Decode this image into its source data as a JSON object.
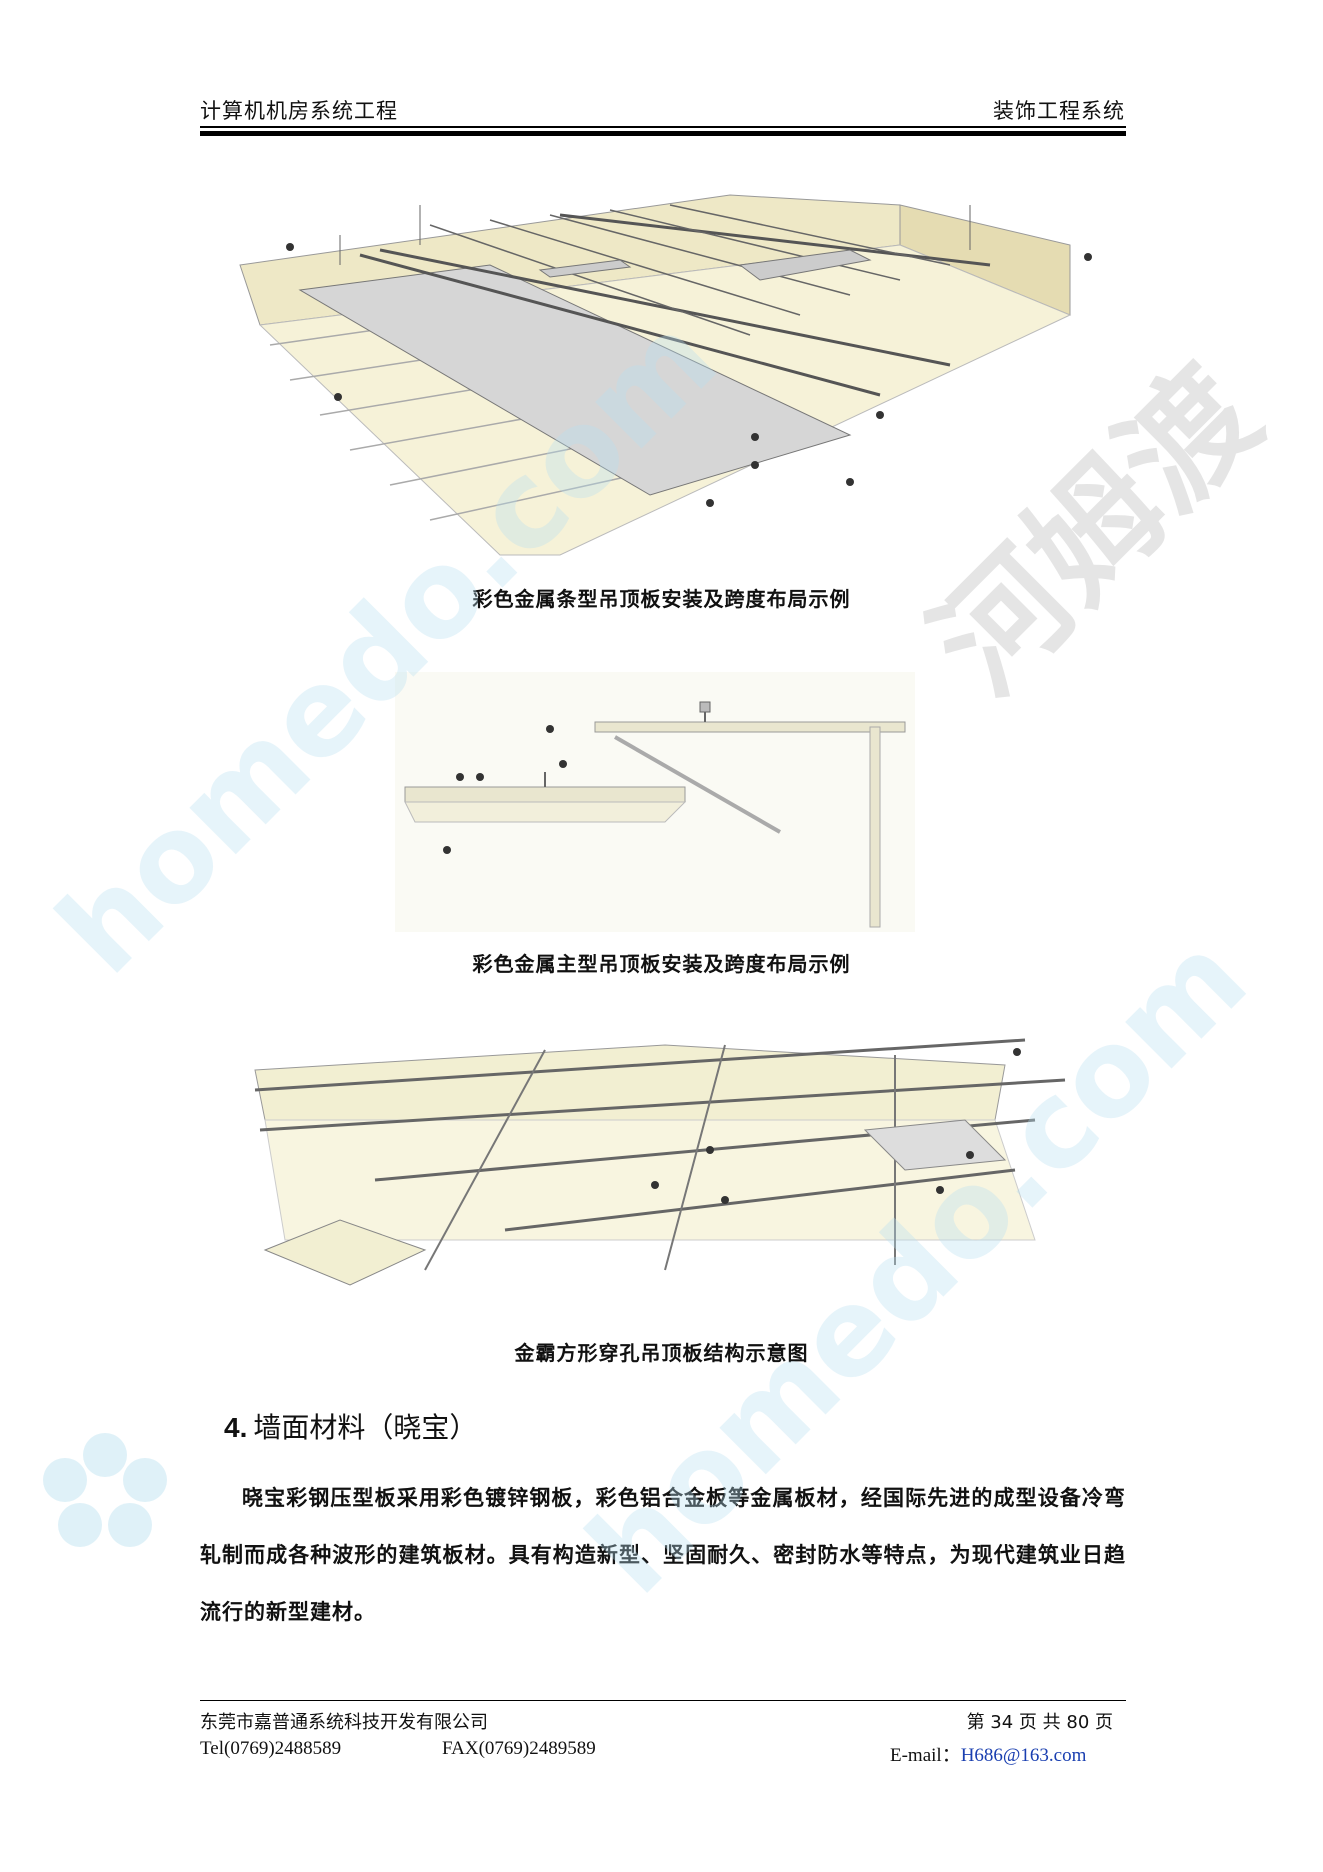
{
  "header": {
    "left": "计算机机房系统工程",
    "right": "装饰工程系统"
  },
  "figures": [
    {
      "caption": "彩色金属条型吊顶板安装及跨度布局示例"
    },
    {
      "caption": "彩色金属主型吊顶板安装及跨度布局示例"
    },
    {
      "caption": "金霸方形穿孔吊顶板结构示意图"
    }
  ],
  "section": {
    "number": "4.",
    "title": "墙面材料（晓宝）",
    "paragraph": "晓宝彩钢压型板采用彩色镀锌钢板，彩色铝合金板等金属板材，经国际先进的成型设备冷弯轧制而成各种波形的建筑板材。具有构造新型、坚固耐久、密封防水等特点，为现代建筑业日趋流行的新型建材。"
  },
  "footer": {
    "company": "东莞市嘉普通系统科技开发有限公司",
    "tel": "Tel(0769)2488589",
    "fax": "FAX(0769)2489589",
    "page": "第 34 页  共 80 页",
    "email_label": "E-mail：",
    "email": "H686@163.com"
  },
  "watermark": {
    "text_1": "homedo.com",
    "text_2": "河姆渡",
    "color": "#b8e0f0"
  }
}
